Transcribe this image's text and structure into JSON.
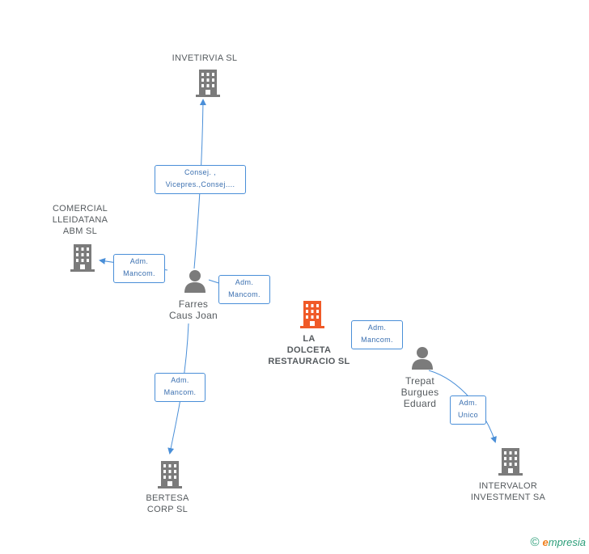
{
  "nodes": {
    "invetirvia": {
      "name": "INVETIRVIA SL",
      "type": "company"
    },
    "comercial": {
      "name_lines": [
        "COMERCIAL",
        "LLEIDATANA",
        "ABM SL"
      ],
      "type": "company"
    },
    "farres": {
      "name_lines": [
        "Farres",
        "Caus Joan"
      ],
      "type": "person"
    },
    "dolceta": {
      "name_lines": [
        "LA",
        "DOLCETA",
        "RESTAURACIO SL"
      ],
      "type": "company-main"
    },
    "trepat": {
      "name_lines": [
        "Trepat",
        "Burgues",
        "Eduard"
      ],
      "type": "person"
    },
    "bertesa": {
      "name_lines": [
        "BERTESA",
        "CORP SL"
      ],
      "type": "company"
    },
    "intervalor": {
      "name_lines": [
        "INTERVALOR",
        "INVESTMENT SA"
      ],
      "type": "company"
    }
  },
  "relations": {
    "farres_invetirvia": [
      "Consej. ,",
      "Vicepres.,Consej...."
    ],
    "farres_comercial": [
      "Adm.",
      "Mancom."
    ],
    "farres_dolceta": [
      "Adm.",
      "Mancom."
    ],
    "farres_bertesa": [
      "Adm.",
      "Mancom."
    ],
    "trepat_dolceta": [
      "Adm.",
      "Mancom."
    ],
    "trepat_intervalor": [
      "Adm.",
      "Unico"
    ]
  },
  "colors": {
    "company": "#7b7b7b",
    "main": "#f05a28",
    "person": "#7b7b7b",
    "line": "#4a8fd8",
    "label_border": "#4a8fd8"
  },
  "brand": {
    "symbol": "©",
    "initial": "e",
    "rest": "mpresia"
  }
}
